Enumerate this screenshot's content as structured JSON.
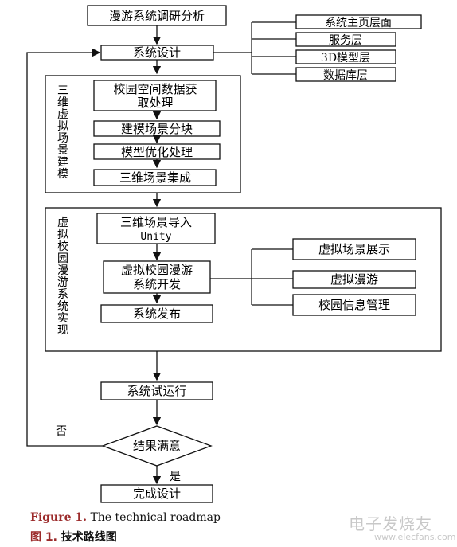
{
  "nodes": {
    "survey": "漫游系统调研分析",
    "design": "系统设计",
    "arch_home": "系统主页层面",
    "arch_service": "服务层",
    "arch_3d": "3D模型层",
    "arch_db": "数据库层",
    "acquire_l1": "校园空间数据获",
    "acquire_l2": "取处理",
    "blocks": "建模场景分块",
    "optimize": "模型优化处理",
    "integrate": "三维场景集成",
    "import_l1": "三维场景导入",
    "import_l2": "Unity",
    "develop_l1": "虚拟校园漫游",
    "develop_l2": "系统开发",
    "publish": "系统发布",
    "feat_scene": "虚拟场景展示",
    "feat_roam": "虚拟漫游",
    "feat_info": "校园信息管理",
    "trial": "系统试运行",
    "decision": "结果满意",
    "done": "完成设计"
  },
  "groups": {
    "modeling": [
      "三",
      "维",
      "虚",
      "拟",
      "场",
      "景",
      "建",
      "模"
    ],
    "implementation": [
      "虚",
      "拟",
      "校",
      "园",
      "漫",
      "游",
      "系",
      "统",
      "实",
      "现"
    ]
  },
  "edges": {
    "no": "否",
    "yes": "是"
  },
  "caption": {
    "en_prefix": "Figure 1.",
    "en_text": " The technical roadmap",
    "zh_prefix": "图 1.",
    "zh_text": "  技术路线图"
  },
  "watermark": {
    "text": "电子发烧友",
    "url": "www.elecfans.com"
  }
}
